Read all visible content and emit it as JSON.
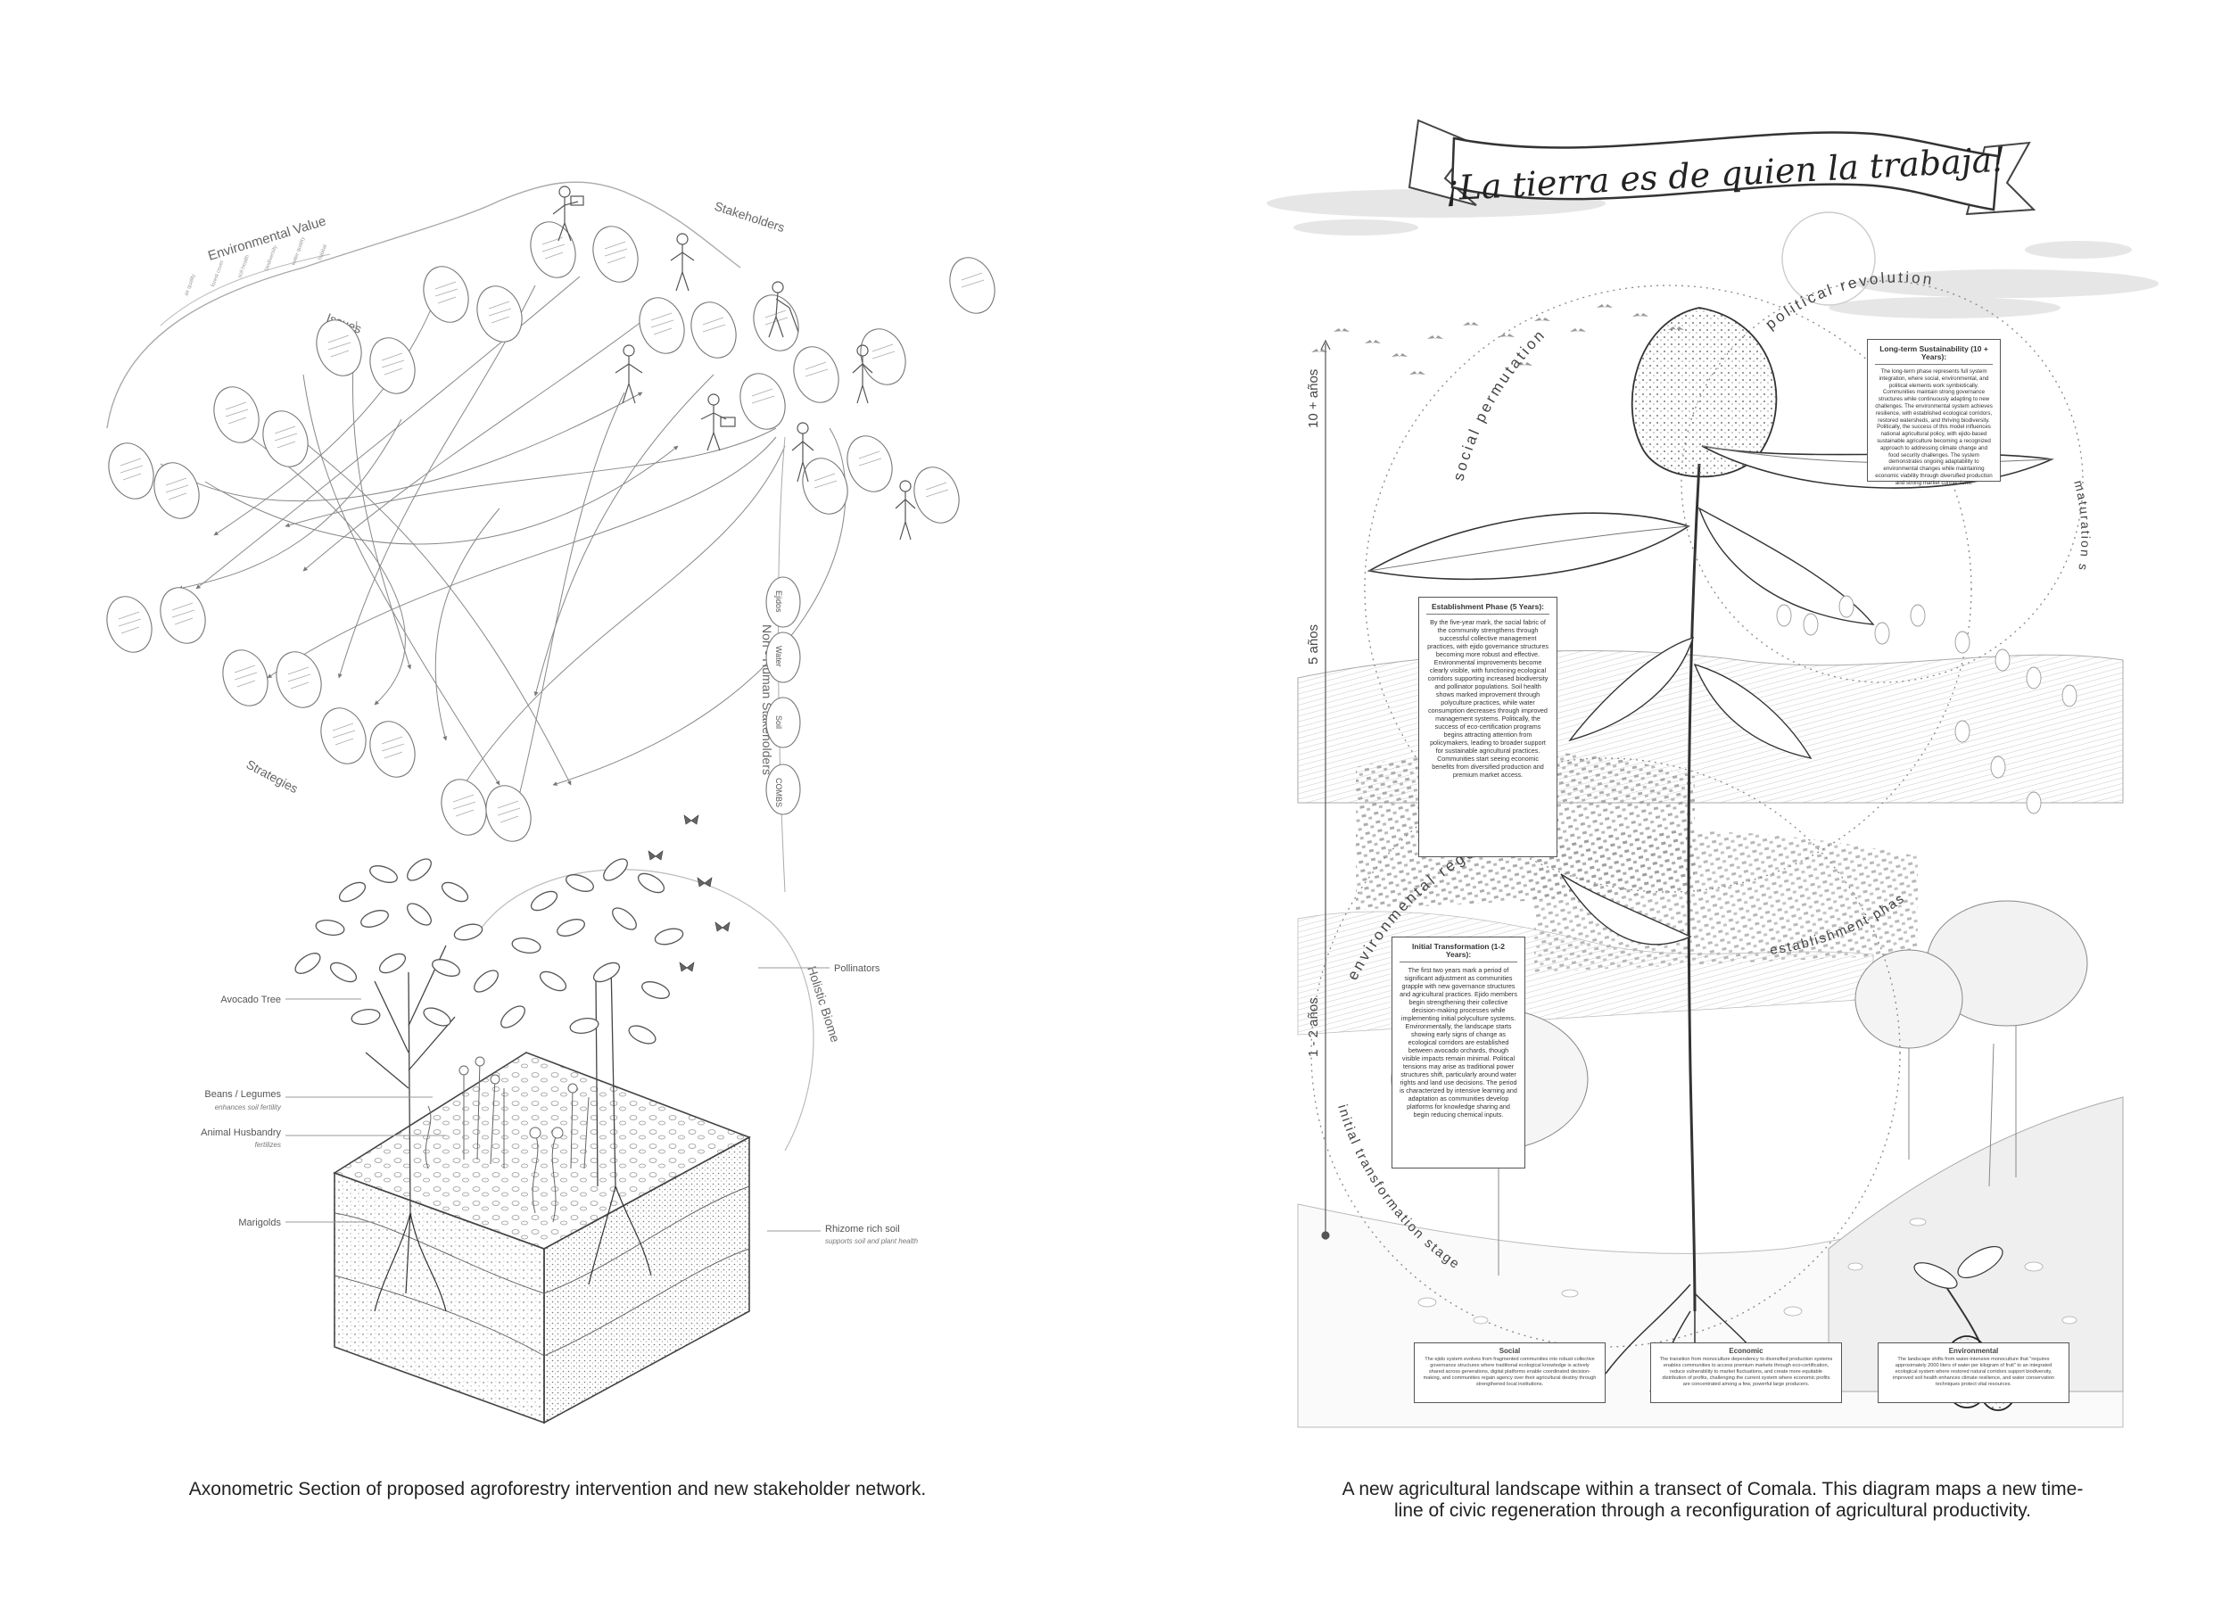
{
  "left": {
    "headings": {
      "environmental_value": "Environmental Value",
      "issues": "Issues",
      "stakeholders": "Stakeholders",
      "strategies": "Strategies",
      "non_human": "Non - Human Stakeholders",
      "holistic": "Holistic Biome"
    },
    "non_human_items": [
      "Ejidos",
      "Water",
      "Soil",
      "COMBS"
    ],
    "labels": {
      "avocado": "Avocado Tree",
      "beans": "Beans / Legumes",
      "beans_sub": "enhances soil fertility",
      "animal": "Animal Husbandry",
      "animal_sub": "fertilizes",
      "marigolds": "Marigolds",
      "pollinators": "Pollinators",
      "rhizome": "Rhizome rich soil",
      "rhizome_sub": "supports soil and plant health"
    },
    "caption": "Axonometric Section of proposed agroforestry intervention and new stakeholder network."
  },
  "right": {
    "banner": "¡La tierra es de quien la trabaja!",
    "timeline": [
      "10 + años",
      "5 años",
      "1 - 2 años"
    ],
    "arcs": {
      "social": "social permutation",
      "political": "political revolution",
      "environmental": "environmental regeneration",
      "establishment": "establishment phase",
      "maturation": "maturation stage",
      "initial": "initial transformation stage"
    },
    "boxes": {
      "long_title": "Long-term Sustainability (10 + Years):",
      "long_text": "The long-term phase represents full system integration, where social, environmental, and political elements work symbiotically. Communities maintain strong governance structures while continuously adapting to new challenges. The environmental system achieves resilience, with established ecological corridors, restored watersheds, and thriving biodiversity. Politically, the success of this model influences national agricultural policy, with ejido-based sustainable agriculture becoming a recognized approach to addressing climate change and food security challenges. The system demonstrates ongoing adaptability to environmental changes while maintaining economic viability through diversified production and strong market connections.",
      "est_title": "Establishment Phase (5 Years):",
      "est_text": "By the five-year mark, the social fabric of the community strengthens through successful collective management practices, with ejido governance structures becoming more robust and effective. Environmental improvements become clearly visible, with functioning ecological corridors supporting increased biodiversity and pollinator populations. Soil health shows marked improvement through polyculture practices, while water consumption decreases through improved management systems. Politically, the success of eco-certification programs begins attracting attention from policymakers, leading to broader support for sustainable agricultural practices. Communities start seeing economic benefits from diversified production and premium market access.",
      "init_title": "Initial Transformation (1-2 Years):",
      "init_text": "The first two years mark a period of significant adjustment as communities grapple with new governance structures and agricultural practices. Ejido members begin strengthening their collective decision-making processes while implementing initial polyculture systems. Environmentally, the landscape starts showing early signs of change as ecological corridors are established between avocado orchards, though visible impacts remain minimal. Political tensions may arise as traditional power structures shift, particularly around water rights and land use decisions. The period is characterized by intensive learning and adaptation as communities develop platforms for knowledge sharing and begin reducing chemical inputs."
    },
    "bottom": {
      "social_title": "Social",
      "social_text": "The ejido system evolves from fragmented communities into robust collective governance structures where traditional ecological knowledge is actively shared across generations, digital platforms enable coordinated decision-making, and communities regain agency over their agricultural destiny through strengthened local institutions.",
      "economic_title": "Economic",
      "economic_text": "The transition from monoculture dependency to diversified production systems enables communities to access premium markets through eco-certification, reduce vulnerability to market fluctuations, and create more equitable distribution of profits, challenging the current system where economic profits are concentrated among a few, powerful large producers.",
      "environmental_title": "Environmental",
      "environmental_text": "The landscape shifts from water-intensive monoculture that \"requires approximately 2000 liters of water per kilogram of fruit\" to an integrated ecological system where restored natural corridors support biodiversity, improved soil health enhances climate resilience, and water conservation techniques protect vital resources."
    },
    "caption_line1": "A new agricultural landscape within a transect of Comala. This diagram maps a new time-",
    "caption_line2": "line of civic regeneration through a reconfiguration of agricultural productivity."
  }
}
